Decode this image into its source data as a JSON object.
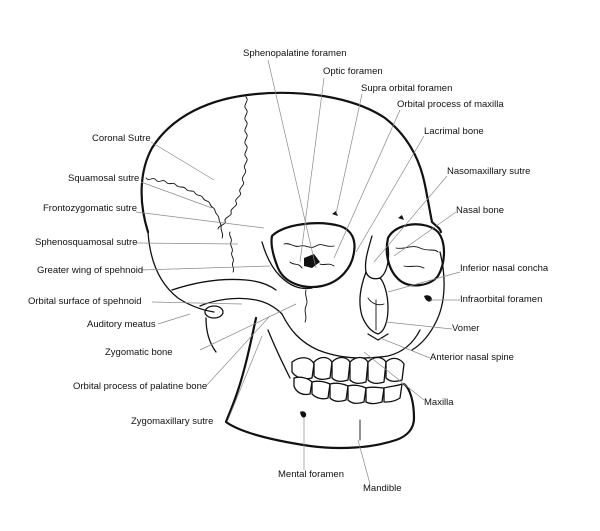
{
  "diagram": {
    "labels": {
      "sphenopalatine_foramen": "Sphenopalatine foramen",
      "optic_foramen": "Optic foramen",
      "supra_orbital_foramen": "Supra orbital foramen",
      "orbital_process_maxilla": "Orbital process of maxilla",
      "lacrimal_bone": "Lacrimal bone",
      "coronal_suture": "Coronal Sutre",
      "nasomaxillary_suture": "Nasomaxillary sutre",
      "squamosal_suture": "Squamosal sutre",
      "frontozygomatic_suture": "Frontozygomatic sutre",
      "nasal_bone": "Nasal bone",
      "sphenosquamosal_suture": "Sphenosquamosal sutre",
      "greater_wing_sphenoid": "Greater wing of spehnoid",
      "inferior_nasal_concha": "Inferior nasal concha",
      "orbital_surface_sphenoid": "Orbital surface of spehnoid",
      "infraorbital_foramen": "Infraorbital foramen",
      "auditory_meatus": "Auditory meatus",
      "vomer": "Vomer",
      "zygomatic_bone": "Zygomatic bone",
      "anterior_nasal_spine": "Anterior nasal spine",
      "orbital_process_palatine": "Orbital process of palatine bone",
      "maxilla": "Maxilla",
      "zygomaxillary_suture": "Zygomaxillary sutre",
      "mental_foramen": "Mental foramen",
      "mandible": "Mandible"
    }
  }
}
